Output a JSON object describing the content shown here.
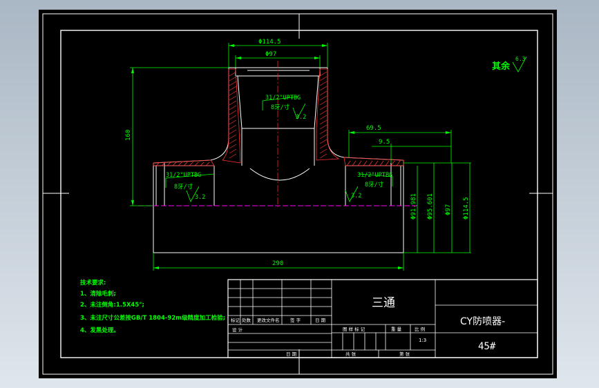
{
  "drawing": {
    "surface_color": "#000000",
    "line_color": "#ffffff",
    "dimension_color": "#00ff00",
    "hatch_color": "#ff3030",
    "centerline_color": "#ff2020",
    "section_line_color": "#ff00ff"
  },
  "dimensions": {
    "top_outer_dia": "Φ114.5",
    "top_inner_dia": "Φ97",
    "height": "160",
    "right_offset": "69.5",
    "right_small": "9.5",
    "total_length": "290",
    "dia_91": "Φ91.981",
    "dia_95": "Φ95.601",
    "dia_97": "Φ97",
    "dia_114": "Φ114.5"
  },
  "thread_notes": [
    {
      "spec": "31/2\"UPTBG",
      "pitch": "8牙/寸",
      "roughness": "3.2"
    },
    {
      "spec": "31/2\"UPTBG",
      "pitch": "8牙/寸",
      "roughness": "3.2"
    },
    {
      "spec": "31/2\"UPTBG",
      "pitch": "8牙/寸",
      "roughness": "3.2"
    }
  ],
  "surface_finish": {
    "label": "其余",
    "value": "6.3"
  },
  "tech_requirements": {
    "title": "技术要求:",
    "items": [
      "1、清除毛刺;",
      "2、未注倒角:1.5X45°;",
      "3、未注尺寸公差按GB/T 1804-92m级精度加工检验;",
      "4、发黑处理。"
    ]
  },
  "title_block": {
    "part_name": "三通",
    "product_name": "CY防喷器-",
    "drawing_number": "45#",
    "scale": "1:3",
    "labels": {
      "mark": "标记",
      "count": "处数",
      "change_doc": "更改文件名",
      "signature": "签 字",
      "date": "日 期",
      "design": "设 计",
      "drawing_mark": "图 样 标 记",
      "weight": "重 量",
      "ratio": "比 例",
      "sheet": "共 张",
      "sheet_num": "第 张",
      "date2": "日 期"
    }
  }
}
